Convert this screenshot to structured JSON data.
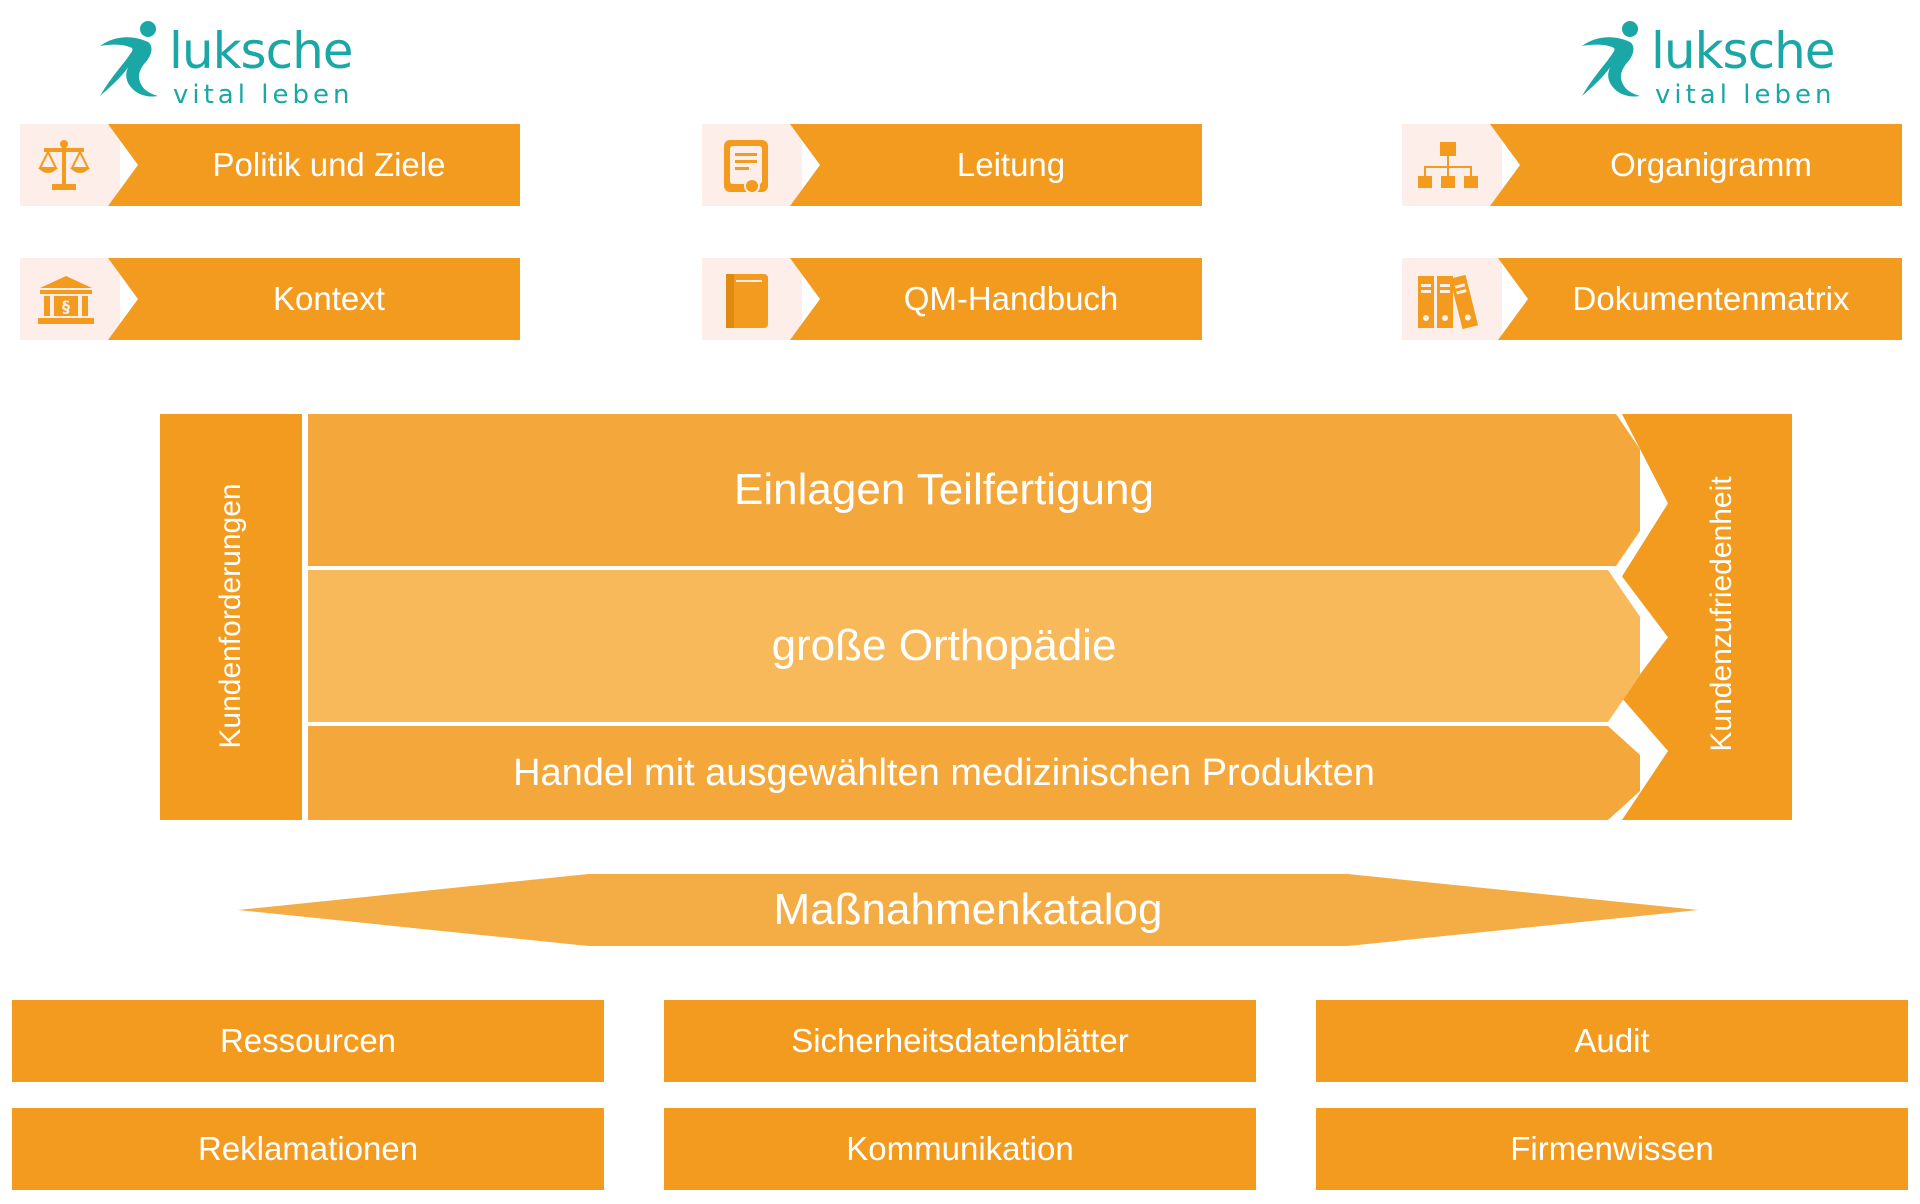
{
  "brand": {
    "name": "luksche",
    "tagline": "vital leben"
  },
  "colors": {
    "primary": "#f29b1f",
    "light": "#f7b95a",
    "medium": "#f4a83c",
    "icon_bg": "#fdeeea",
    "teal": "#1aa7a6"
  },
  "header_cards": [
    {
      "label": "Politik und Ziele",
      "icon": "scales-icon"
    },
    {
      "label": "Leitung",
      "icon": "certificate-icon"
    },
    {
      "label": "Organigramm",
      "icon": "org-chart-icon"
    },
    {
      "label": "Kontext",
      "icon": "law-building-icon"
    },
    {
      "label": "QM-Handbuch",
      "icon": "book-icon"
    },
    {
      "label": "Dokumentenmatrix",
      "icon": "binders-icon"
    }
  ],
  "process": {
    "left_label": "Kundenforderungen",
    "right_label": "Kundenzufriedenheit",
    "rows": [
      "Einlagen Teilfertigung",
      "große Orthopädie",
      "Handel mit ausgewählten medizinischen Produkten"
    ]
  },
  "catalog": {
    "label": "Maßnahmenkatalog"
  },
  "bottom_boxes": [
    "Ressourcen",
    "Sicherheitsdatenblätter",
    "Audit",
    "Reklamationen",
    "Kommunikation",
    "Firmenwissen"
  ]
}
